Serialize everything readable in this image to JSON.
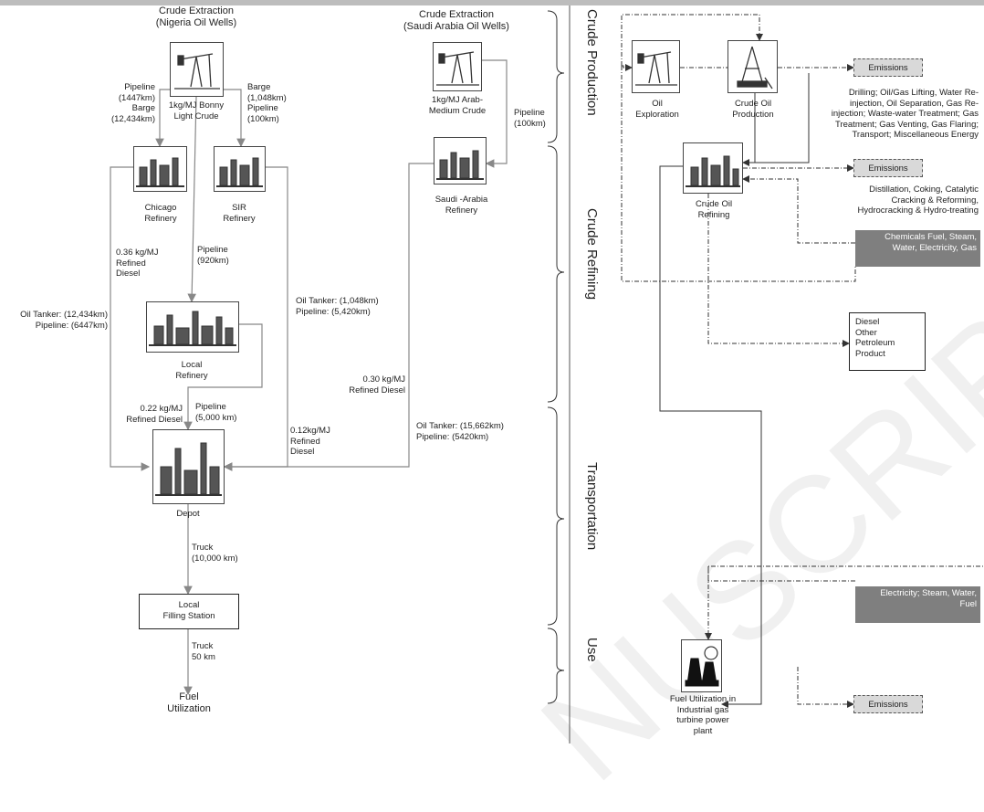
{
  "left": {
    "nigeria_title": "Crude Extraction\n(Nigeria Oil Wells)",
    "saudi_title": "Crude Extraction\n(Saudi Arabia Oil Wells)",
    "bonny": "1kg/MJ Bonny\nLight Crude",
    "arab": "1kg/MJ Arab-\nMedium Crude",
    "pipeline_barge_left": "Pipeline\n(1447km)\nBarge\n(12,434km)",
    "barge_pipeline_right": "Barge\n(1,048km)\nPipeline\n(100km)",
    "pipeline_100": "Pipeline\n(100km)",
    "chicago": "Chicago\nRefinery",
    "sir": "SIR\nRefinery",
    "saudi_ref": "Saudi -Arabia\nRefinery",
    "diesel_036": "0.36 kg/MJ\nRefined\nDiesel",
    "pipeline_920": "Pipeline\n(920km)",
    "oil_tanker_left": "Oil Tanker: (12,434km)\nPipeline: (6447km)",
    "oil_tanker_mid": "Oil Tanker: (1,048km)\nPipeline: (5,420km)",
    "local_ref": "Local\nRefinery",
    "diesel_030": "0.30 kg/MJ\nRefined Diesel",
    "diesel_022": "0.22 kg/MJ\nRefined Diesel",
    "pipeline_5000": "Pipeline\n(5,000 km)",
    "diesel_012": "0.12kg/MJ\nRefined\nDiesel",
    "oil_tanker_saudi": "Oil Tanker: (15,662km)\nPipeline: (5420km)",
    "depot": "Depot",
    "truck_10000": "Truck\n(10,000 km)",
    "filling_station": "Local\nFilling Station",
    "truck_50": "Truck\n50 km",
    "fuel_util": "Fuel\nUtilization"
  },
  "stages": {
    "production": "Crude Production",
    "refining": "Crude Refining",
    "transport": "Transportation",
    "use": "Use"
  },
  "right": {
    "oil_exploration": "Oil\nExploration",
    "crude_oil_production": "Crude Oil\nProduction",
    "emissions": "Emissions",
    "production_activities": "Drilling; Oil/Gas Lifting, Water Re-\ninjection, Oil Separation, Gas Re-\ninjection; Waste-water Treatment; Gas\nTreatment; Gas Venting, Gas Flaring;\nTransport; Miscellaneous Energy",
    "crude_oil_refining": "Crude Oil\nRefining",
    "refining_activities": "Distillation, Coking, Catalytic\nCracking & Reforming,\nHydrocracking & Hydro-treating",
    "chemicals": "Chemicals Fuel, Steam,\nWater, Electricity, Gas",
    "diesel_products": "Diesel\nOther\nPetroleum\nProduct",
    "electricity": "Electricity; Steam, Water,\nFuel",
    "power_plant": "Fuel Utilization in\nIndustrial gas\nturbine power\nplant"
  },
  "watermark": "NUSCRIPT",
  "colors": {
    "arrow": "#888888",
    "line": "#333333",
    "dark_box": "#7f7f7f",
    "emission_box": "#d9d9d9"
  }
}
